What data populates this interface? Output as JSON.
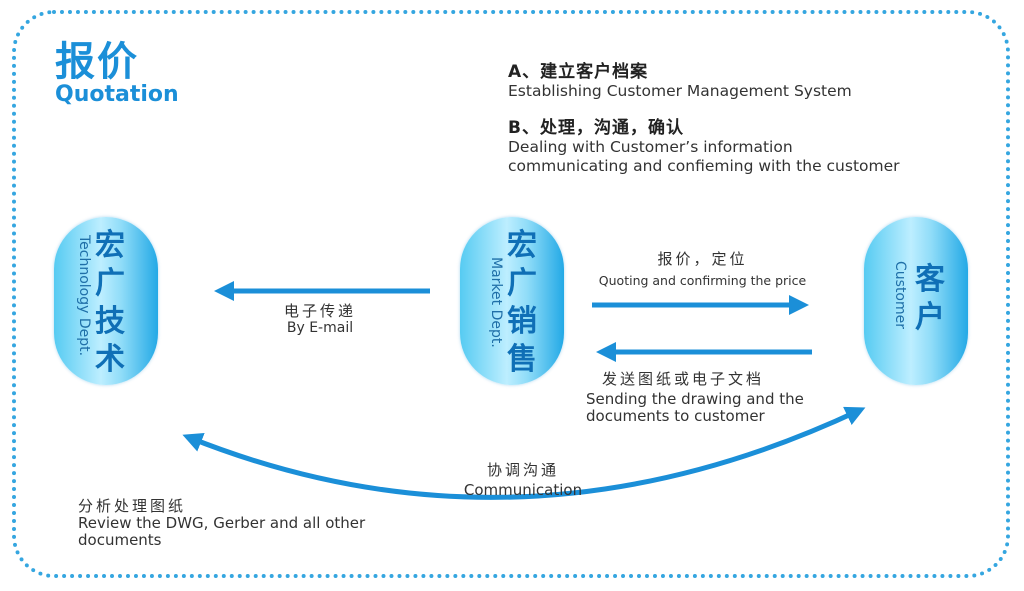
{
  "title": {
    "cn": "报价",
    "en": "Quotation"
  },
  "notes": [
    {
      "cn": "A、建立客户档案",
      "en": [
        "Establishing Customer Management System"
      ]
    },
    {
      "cn": "B、处理，沟通，确认",
      "en": [
        "Dealing with Customer’s information",
        "communicating and confieming with the customer"
      ]
    }
  ],
  "nodes": {
    "tech": {
      "cn": [
        "宏",
        "广",
        "技",
        "术"
      ],
      "en": "Technology Dept."
    },
    "market": {
      "cn": [
        "宏",
        "广",
        "销",
        "售"
      ],
      "en": "Market Dept."
    },
    "customer": {
      "cn": [
        "客",
        "户"
      ],
      "en": "Customer"
    }
  },
  "edges": {
    "email": {
      "cn": "电子传递",
      "en": "By E-mail"
    },
    "quote": {
      "cn": "报价，定位",
      "en": "Quoting and confirming the price"
    },
    "send": {
      "cn": "发送图纸或电子文档",
      "en": [
        "Sending the drawing and the",
        "documents to customer"
      ]
    },
    "communication": {
      "cn": "协调沟通",
      "en": "Communication"
    },
    "review": {
      "cn": "分析处理图纸",
      "en": [
        "Review the DWG, Gerber and all other",
        "documents"
      ]
    }
  },
  "colors": {
    "arrow": "#1b8fd8",
    "frame": "#35a6e0",
    "title": "#1b8fd8"
  }
}
